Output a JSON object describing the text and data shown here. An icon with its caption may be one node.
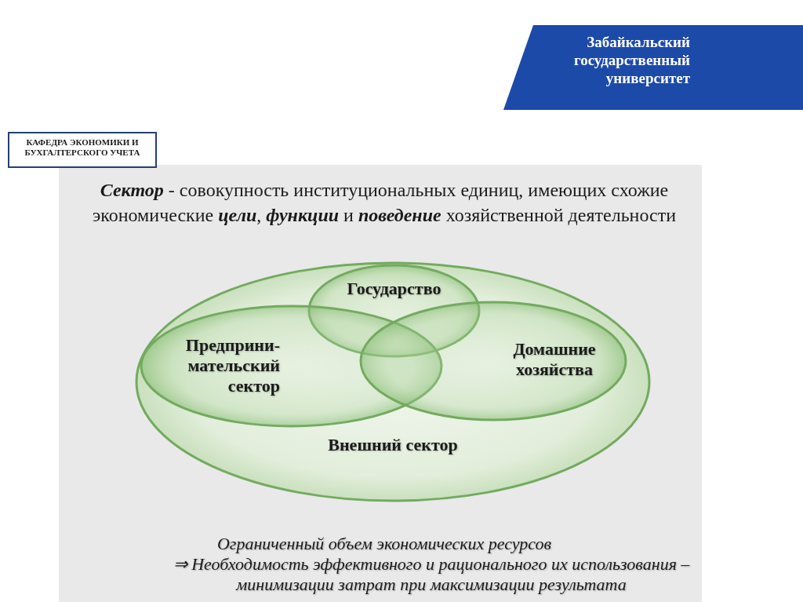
{
  "diagram": {
    "title": "**Сектор** - совокупность институциональных единиц, имеющих схожие экономические **цели**, **функции** и **поведение** хозяйственной деятельности",
    "caption": "Ограниченный объем экономических ресурсов",
    "nodes": [
      {
        "text": [
          "КАФЕДРА ЭКОНОМИКИ И БУХГАЛТЕРСКОГО УЧЕТА"
        ]
      },
      {
        "text": [
          "Забайкальский государственный университет"
        ]
      },
      {
        "text": [
          "Внешний сектор"
        ]
      },
      {
        "text": [
          "Государство"
        ],
        "in": 2
      },
      {
        "text": [
          "Предприни- мательский сектор"
        ],
        "in": 2
      },
      {
        "text": [
          "Домашние хозяйства"
        ],
        "in": 2
      }
    ],
    "labels": [
      "⇒ Необходимость эффективного и рационального их использования – минимизации затрат при максимизации результата"
    ]
  }
}
